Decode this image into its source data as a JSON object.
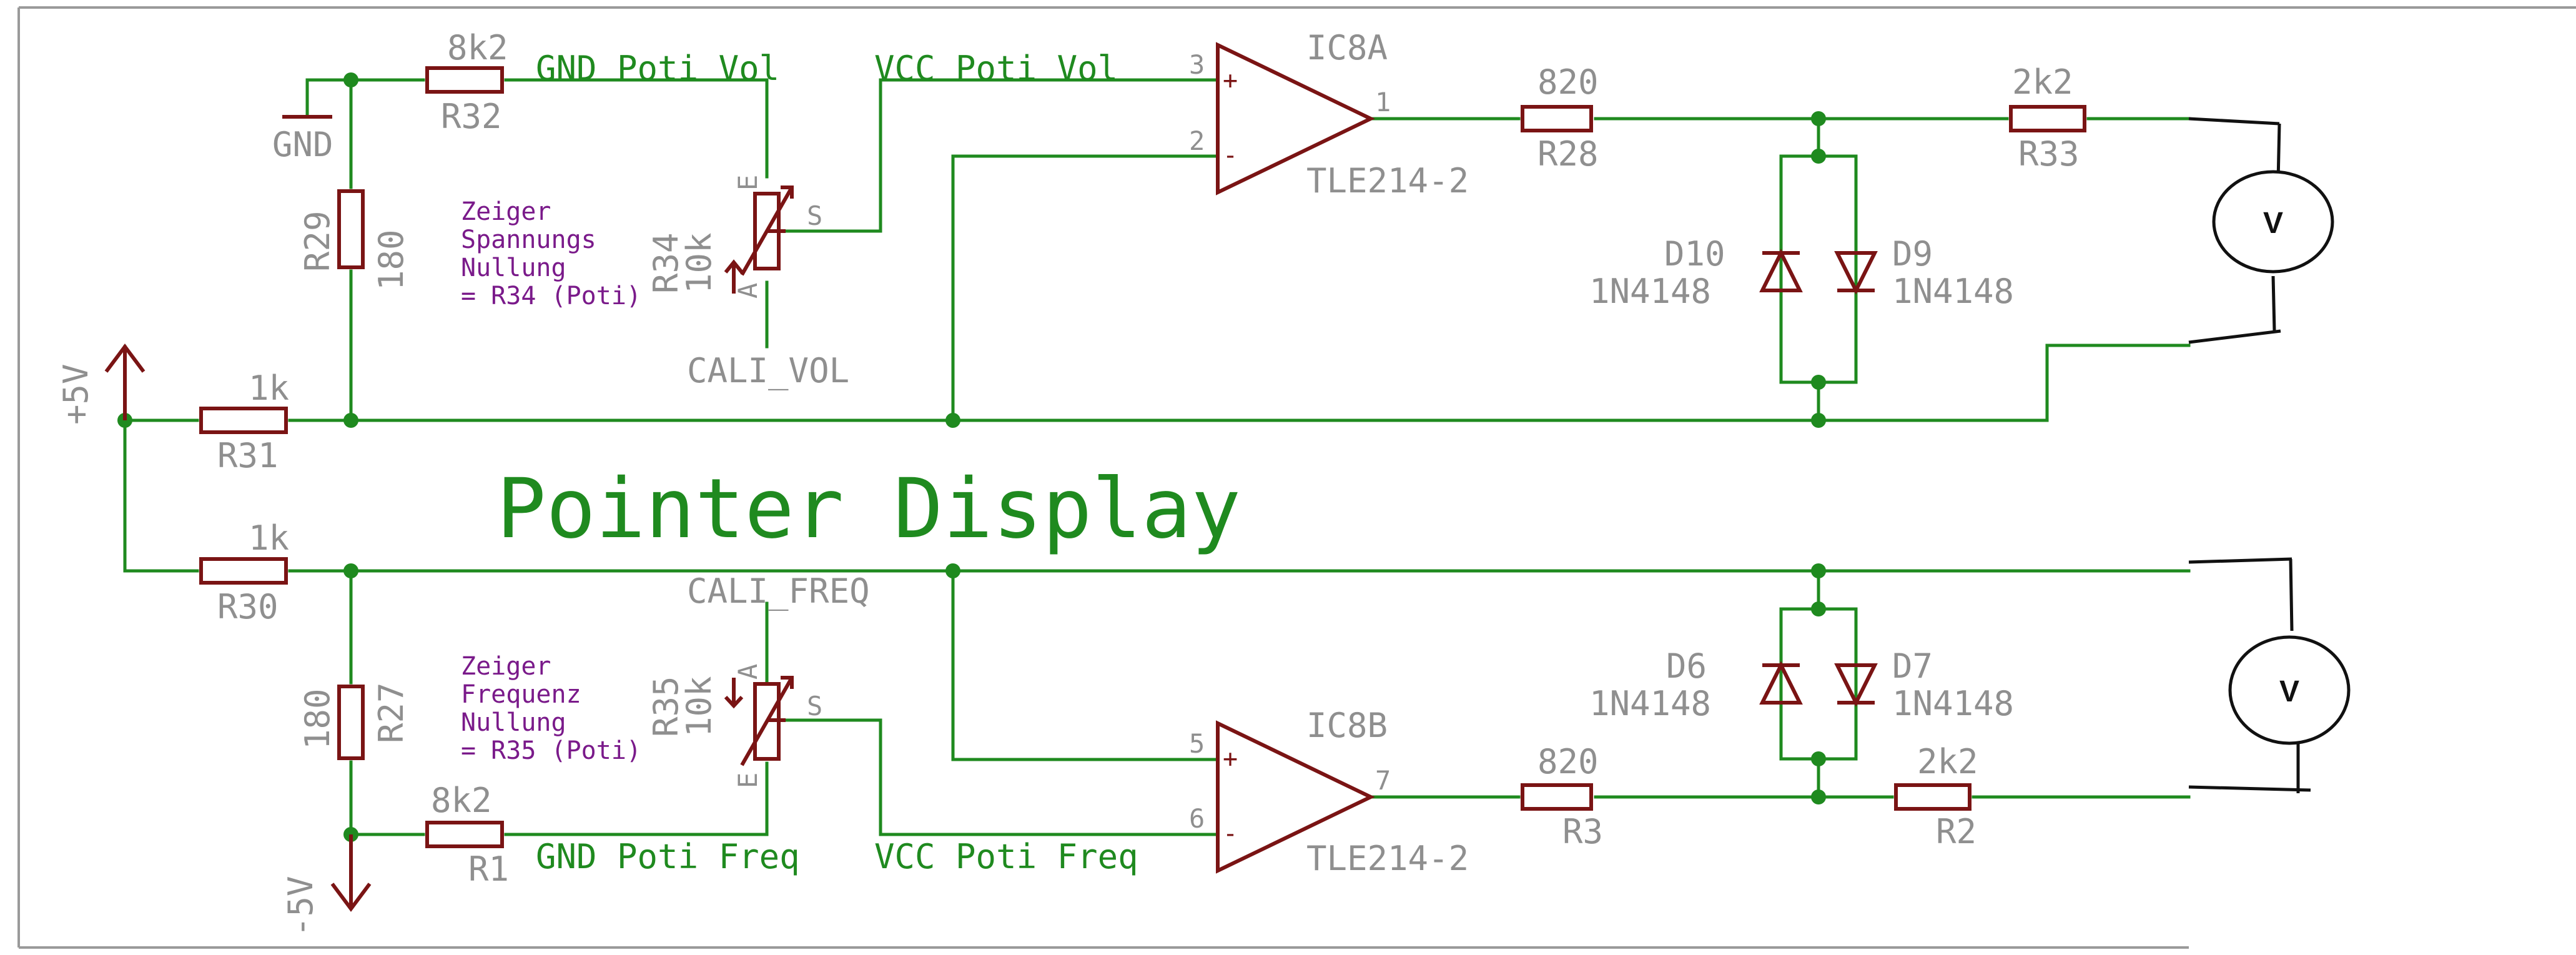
{
  "title": "Pointer Display",
  "supply": {
    "plus": "+5V",
    "minus": "-5V",
    "gnd": "GND"
  },
  "nets": {
    "gnd_poti_vol": "GND Poti Vol",
    "vcc_poti_vol": "VCC Poti Vol",
    "gnd_poti_freq": "GND Poti Freq",
    "vcc_poti_freq": "VCC Poti Freq",
    "cali_vol": "CALI_VOL",
    "cali_freq": "CALI_FREQ"
  },
  "resistors": {
    "r32": {
      "name": "R32",
      "value": "8k2"
    },
    "r29": {
      "name": "R29",
      "value": "180"
    },
    "r31": {
      "name": "R31",
      "value": "1k"
    },
    "r28": {
      "name": "R28",
      "value": "820"
    },
    "r33": {
      "name": "R33",
      "value": "2k2"
    },
    "r30": {
      "name": "R30",
      "value": "1k"
    },
    "r27": {
      "name": "R27",
      "value": "180"
    },
    "r1": {
      "name": "R1",
      "value": "8k2"
    },
    "r3": {
      "name": "R3",
      "value": "820"
    },
    "r2": {
      "name": "R2",
      "value": "2k2"
    }
  },
  "potentiometers": {
    "r34": {
      "name": "R34",
      "value": "10k",
      "pin_e": "E",
      "pin_a": "A",
      "pin_s": "S"
    },
    "r35": {
      "name": "R35",
      "value": "10k",
      "pin_e": "E",
      "pin_a": "A",
      "pin_s": "S"
    }
  },
  "opamps": {
    "ic8a": {
      "name": "IC8A",
      "type": "TLE214-2",
      "pin_in_plus": "3",
      "pin_in_minus": "2",
      "pin_out": "1",
      "plus_sign": "+",
      "minus_sign": "-"
    },
    "ic8b": {
      "name": "IC8B",
      "type": "TLE214-2",
      "pin_in_plus": "5",
      "pin_in_minus": "6",
      "pin_out": "7",
      "plus_sign": "+",
      "minus_sign": "-"
    }
  },
  "diodes": {
    "d10": {
      "name": "D10",
      "type": "1N4148"
    },
    "d9": {
      "name": "D9",
      "type": "1N4148"
    },
    "d6": {
      "name": "D6",
      "type": "1N4148"
    },
    "d7": {
      "name": "D7",
      "type": "1N4148"
    }
  },
  "meters": {
    "top": "V",
    "bottom": "V"
  },
  "notes": {
    "top": [
      "Zeiger",
      "Spannungs",
      "Nullung",
      "= R34 (Poti)"
    ],
    "bottom": [
      "Zeiger",
      "Frequenz",
      "Nullung",
      "= R35 (Poti)"
    ]
  }
}
